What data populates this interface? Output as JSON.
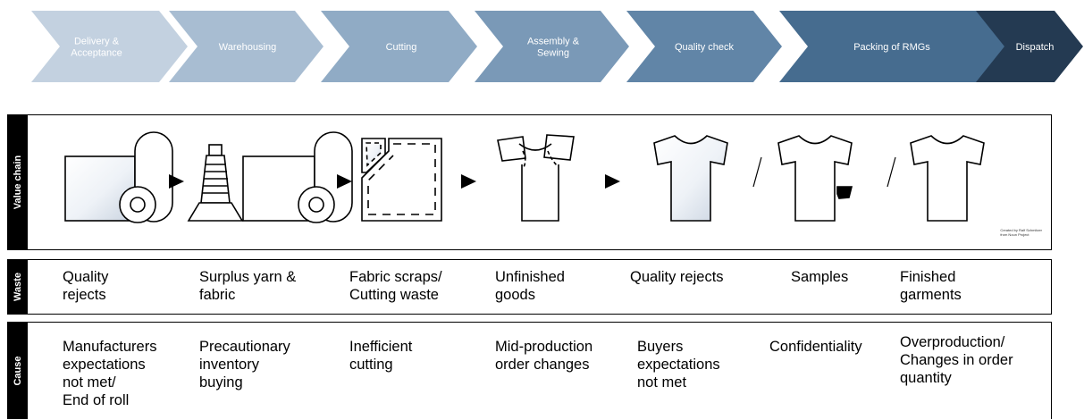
{
  "process_steps": [
    {
      "label": "Delivery &\nAcceptance",
      "color": "#c3d1e0"
    },
    {
      "label": "Warehousing",
      "color": "#a8bdd2"
    },
    {
      "label": "Cutting",
      "color": "#90abc5"
    },
    {
      "label": "Assembly &\nSewing",
      "color": "#7a99b7"
    },
    {
      "label": "Quality check",
      "color": "#6185a7"
    },
    {
      "label": "Packing of RMGs",
      "color": "#466c8f"
    },
    {
      "label": "Dispatch",
      "color": "#243a52"
    }
  ],
  "rows": {
    "value_chain": "Value chain",
    "waste": "Waste",
    "cause": "Cause"
  },
  "icon_names": [
    "fabric-roll-icon",
    "yarn-spool-icon",
    "fabric-roll-icon",
    "cut-pattern-icon",
    "unfinished-shirt-icon",
    "shirt-icon",
    "shirt-sample-icon",
    "shirt-icon"
  ],
  "credit": "Created by Ralf Schmitzer\nfrom Noun Project",
  "waste_items": [
    "Quality\nrejects",
    "Surplus yarn &\nfabric",
    "Fabric scraps/\nCutting waste",
    "Unfinished\ngoods",
    "Quality rejects",
    "Samples",
    "Finished\ngarments"
  ],
  "cause_items": [
    "Manufacturers\nexpectations\nnot met/\nEnd of roll",
    "Precautionary\ninventory\nbuying",
    "Inefficient\ncutting",
    "Mid-production\norder changes",
    "Buyers\nexpectations\nnot met",
    "Confidentiality",
    "Overproduction/\nChanges in order\nquantity"
  ]
}
